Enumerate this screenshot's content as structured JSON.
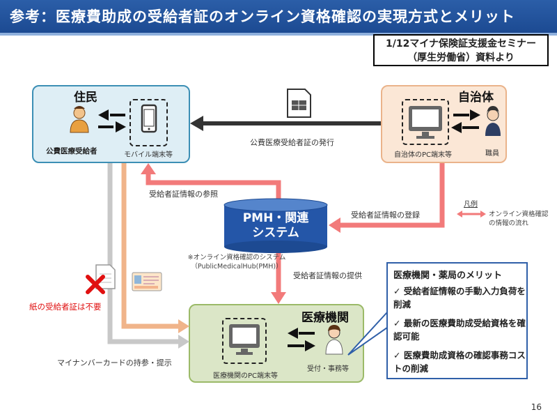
{
  "header": {
    "title": "参考：医療費助成の受給者証のオンライン資格確認の実現方式とメリット"
  },
  "source_note": {
    "line1": "1/12マイナ保険証支援金セミナー",
    "line2": "（厚生労働省）資料より"
  },
  "resident": {
    "title": "住民",
    "person_label": "公費医療受給者",
    "device_label": "モバイル端末等"
  },
  "municipality": {
    "title": "自治体",
    "device_label": "自治体のPC端末等",
    "staff_label": "職員"
  },
  "medical": {
    "title": "医療機関",
    "device_label": "医療機関のPC端末等",
    "staff_label": "受付・事務等"
  },
  "pmh": {
    "line1": "PMH・関連",
    "line2": "システム",
    "note_line1": "※オンライン資格確認のシステム",
    "note_line2": "（PublicMedicalHub(PMH)）"
  },
  "flows": {
    "issue": "公費医療受給者証の発行",
    "reference": "受給者証情報の参照",
    "register": "受給者証情報の登録",
    "provide": "受給者証情報の提供",
    "card": "マイナンバーカードの持参・提示",
    "no_paper": "紙の受給者証は不要"
  },
  "legend": {
    "title": "凡例",
    "line1": "オンライン資格確認",
    "line2": "の情報の流れ"
  },
  "merits": {
    "title": "医療機関・薬局のメリット",
    "items": [
      "受給者証情報の手動入力負荷を削減",
      "最新の医療費助成受給資格を確認可能",
      "医療費助成資格の確認事務コストの削減"
    ]
  },
  "page_number": "16",
  "colors": {
    "header": "#1c4a92",
    "flow_pink": "#f27a7a",
    "flow_orange": "#f0b48a",
    "flow_gray": "#c8c8c8",
    "pmh_blue": "#2456a8"
  }
}
